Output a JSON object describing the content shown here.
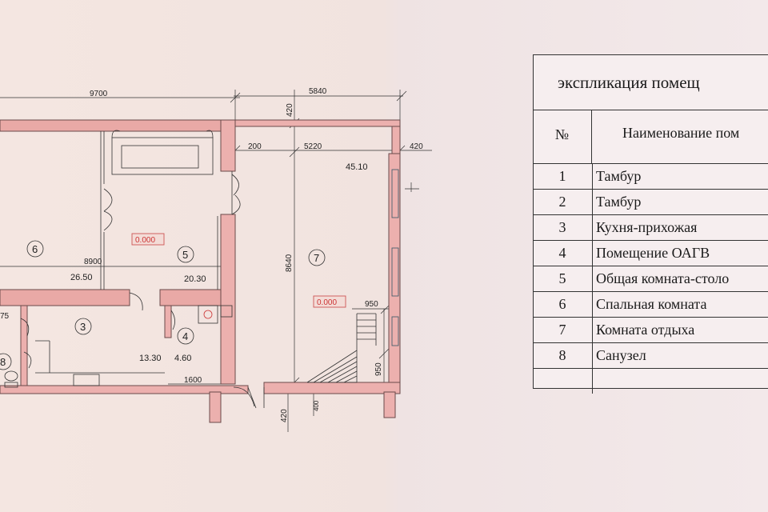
{
  "plan": {
    "dimensions": {
      "overall_left": "9700",
      "overall_right": "5840",
      "wall_top": "420",
      "inner_200": "200",
      "inner_5220": "5220",
      "right_420": "420",
      "inner_8900": "8900",
      "height_8640": "8640",
      "stair_950_a": "950",
      "stair_950_b": "950",
      "bottom_420": "420",
      "bottom_400": "400",
      "width_1600": "1600",
      "left_75": "75"
    },
    "rooms": [
      {
        "number": "6",
        "area": "26.50"
      },
      {
        "number": "5",
        "area": "20.30"
      },
      {
        "number": "7",
        "area": "45.10"
      },
      {
        "number": "3",
        "area": "13.30"
      },
      {
        "number": "4",
        "area": "4.60"
      },
      {
        "number": "8",
        "area": ""
      }
    ],
    "levels": {
      "room5": "0.000",
      "room7": "0.000"
    },
    "colors": {
      "wall_fill": "#ecb0ae",
      "line": "#333333",
      "level_text": "#cc3333"
    }
  },
  "explication": {
    "title": "экспликация помещ",
    "header_num": "№",
    "header_name": "Наименование пом",
    "rows": [
      {
        "num": "1",
        "name": "Тамбур"
      },
      {
        "num": "2",
        "name": "Тамбур"
      },
      {
        "num": "3",
        "name": "Кухня-прихожая"
      },
      {
        "num": "4",
        "name": "Помещение ОАГВ"
      },
      {
        "num": "5",
        "name": "Общая комната-столо"
      },
      {
        "num": "6",
        "name": "Спальная комната"
      },
      {
        "num": "7",
        "name": "Комната отдыха"
      },
      {
        "num": "8",
        "name": "Санузел"
      },
      {
        "num": "",
        "name": ""
      }
    ]
  }
}
